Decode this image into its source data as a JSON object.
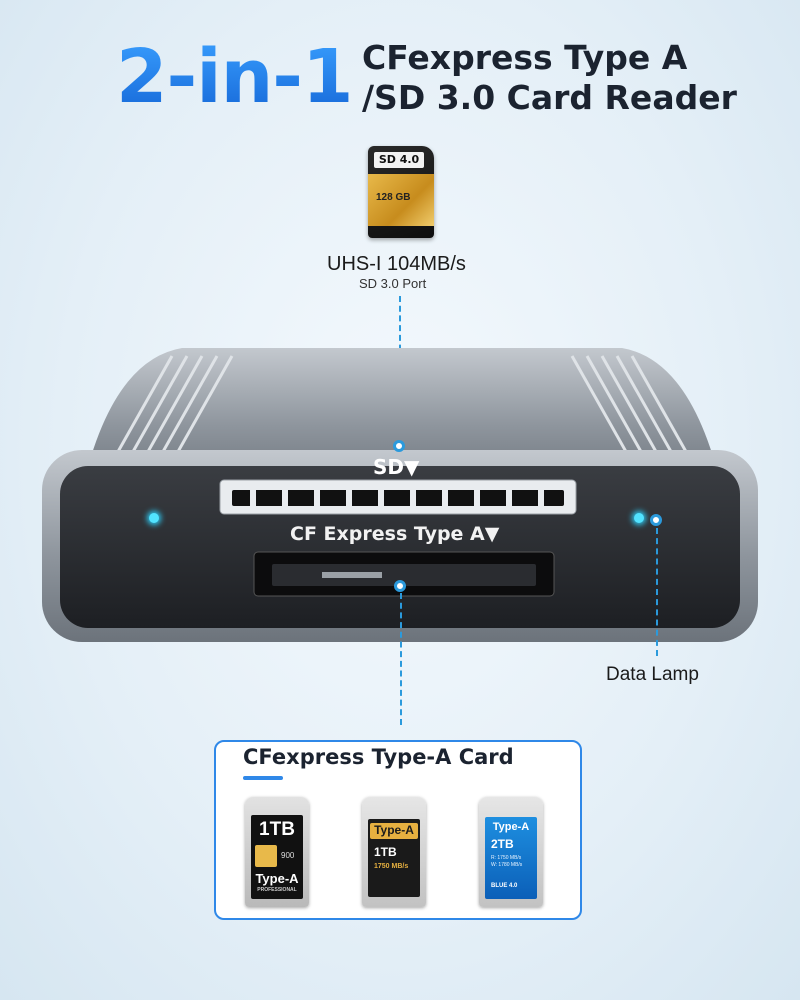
{
  "header": {
    "big": "2-in-1",
    "line1": "CFexpress Type A",
    "line2": "/SD 3.0 Card Reader"
  },
  "sd_card": {
    "top_label": "SD 4.0",
    "capacity": "128 GB"
  },
  "sd_port": {
    "speed": "UHS-I 104MB/s",
    "name": "SD 3.0 Port"
  },
  "reader": {
    "sd_slot_label": "SD▼",
    "cf_slot_label": "CF Express Type A▼"
  },
  "data_lamp": {
    "label": "Data Lamp"
  },
  "panel": {
    "title": "CFexpress Type-A Card",
    "cards": [
      {
        "capacity": "1TB",
        "type": "Type-A",
        "speed": "900",
        "sub": "PROFESSIONAL"
      },
      {
        "type": "Type-A",
        "capacity": "1TB",
        "speed": "1750 MB/s"
      },
      {
        "type": "Type-A",
        "capacity": "2TB",
        "read": "R: 1750 MB/s",
        "write": "W: 1780 MB/s",
        "sub": "BLUE 4.0"
      }
    ]
  },
  "colors": {
    "accent": "#2f88e8",
    "led": "#52e3ff",
    "title_blue": "#1f7fe8"
  }
}
